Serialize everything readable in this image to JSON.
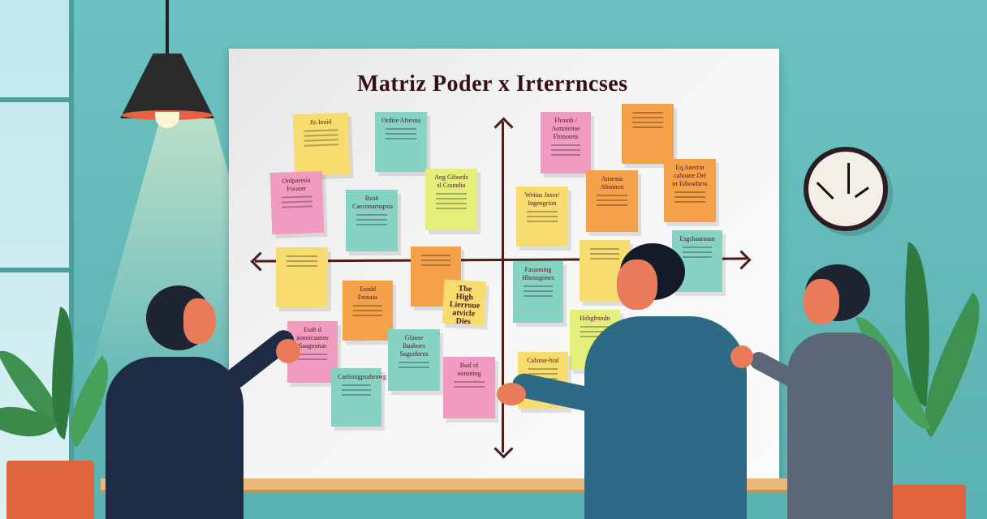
{
  "scene": {
    "description": "Illustration of three people discussing a power/interest stakeholder matrix on a whiteboard covered with sticky notes",
    "title": "Matriz Poder x Irterrncses",
    "colors": {
      "wall": "#5fb6b4",
      "board": "#f4f4f4",
      "axis": "#4a1d18",
      "title": "#3a0f12",
      "note_yellow": "#f7dc6f",
      "note_pink": "#f29bc1",
      "note_teal": "#86d3c4",
      "note_orange": "#f5a14a",
      "note_lime": "#e3ef7a",
      "pot": "#e0643d"
    }
  },
  "notes": [
    {
      "label": "Jis Ienid",
      "color": "#f7dc6f"
    },
    {
      "label": "Ordire Afresna",
      "color": "#86d3c4"
    },
    {
      "label": "Ordparesia Foraser",
      "color": "#f29bc1"
    },
    {
      "label": "Rsoh Caeconarnapsis",
      "color": "#86d3c4"
    },
    {
      "label": "Ang Gibords sl Coundio",
      "color": "#e3ef7a"
    },
    {
      "label": "Flromh / Aonoreitse Flrmorets",
      "color": "#f29bc1"
    },
    {
      "label": "",
      "color": "#f5a14a"
    },
    {
      "label": "Weitas Jaxer/ Ingengrion",
      "color": "#f7dc6f"
    },
    {
      "label": "Ansessa Absonen",
      "color": "#f5a14a"
    },
    {
      "label": "Eq Anerrnt cahoane Del or Edwadarss",
      "color": "#f5a14a"
    },
    {
      "label": "",
      "color": "#f7dc6f"
    },
    {
      "label": "Esndd Frosaas",
      "color": "#f5a14a"
    },
    {
      "label": "",
      "color": "#f5a14a"
    },
    {
      "label": "The High Lierroue atvicle Dies",
      "color": "#f7dc6f"
    },
    {
      "label": "Esah d aonoicaanos Saagoonas",
      "color": "#f29bc1"
    },
    {
      "label": "Gfaose Ruaboes Sugniforns",
      "color": "#86d3c4"
    },
    {
      "label": "Bsal ol oonsning",
      "color": "#f29bc1"
    },
    {
      "label": "Canlsnigpsaheawg",
      "color": "#86d3c4"
    },
    {
      "label": "Fasanning Hhousgones",
      "color": "#86d3c4"
    },
    {
      "label": "",
      "color": "#f7dc6f"
    },
    {
      "label": "Hshgfrsndn",
      "color": "#e3ef7a"
    },
    {
      "label": "Calsnse-hial",
      "color": "#f7dc6f"
    },
    {
      "label": "Esgshaaraaan",
      "color": "#86d3c4"
    }
  ],
  "clock": {
    "time": "10:02"
  }
}
